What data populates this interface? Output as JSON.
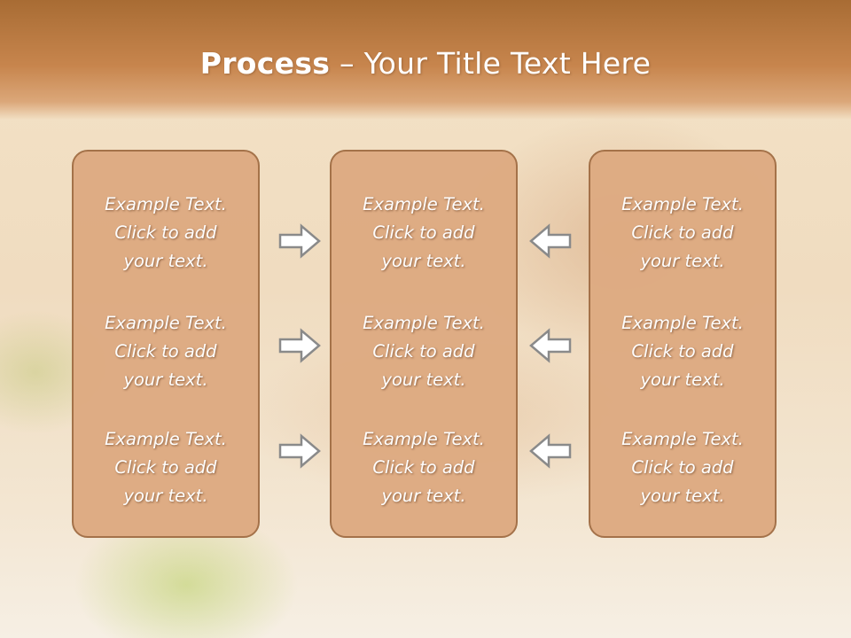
{
  "slide": {
    "title_bold": "Process",
    "title_rest": " – Your Title Text Here"
  },
  "panels": [
    {
      "items": [
        "Example Text.\nClick  to add\nyour text.",
        "Example Text.\nClick  to add\nyour text.",
        "Example Text.\nClick  to add\nyour text."
      ]
    },
    {
      "items": [
        "Example Text.\nClick  to add\nyour text.",
        "Example Text.\nClick  to add\nyour text.",
        "Example Text.\nClick  to add\nyour text."
      ]
    },
    {
      "items": [
        "Example Text.\nClick  to add\nyour text.",
        "Example Text.\nClick  to add\nyour text.",
        "Example Text.\nClick  to add\nyour text."
      ]
    }
  ],
  "arrows": {
    "left_column": "right-arrow-icon",
    "right_column": "left-arrow-icon"
  },
  "colors": {
    "panel_fill": "#deab82",
    "panel_border": "#a26f46",
    "header": "#c7854d",
    "text": "#ffffff"
  }
}
